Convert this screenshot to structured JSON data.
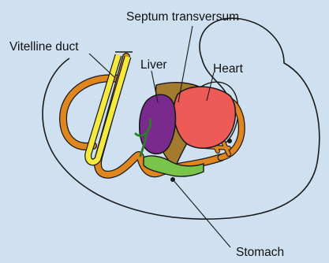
{
  "labels": {
    "septum": "Septum transversum",
    "vitelline": "Vitelline duct",
    "liver": "Liver",
    "heart": "Heart",
    "stomach": "Stomach"
  },
  "colors": {
    "background": "#cfe1f1",
    "outline": "#1a1a1a",
    "gut": "#e0861e",
    "vitelline": "#f4ea3e",
    "liver": "#7a2a8c",
    "heart": "#ee5a55",
    "septum": "#a47a2f",
    "stomach": "#79c54b",
    "vessel": "#2f7a2f"
  }
}
